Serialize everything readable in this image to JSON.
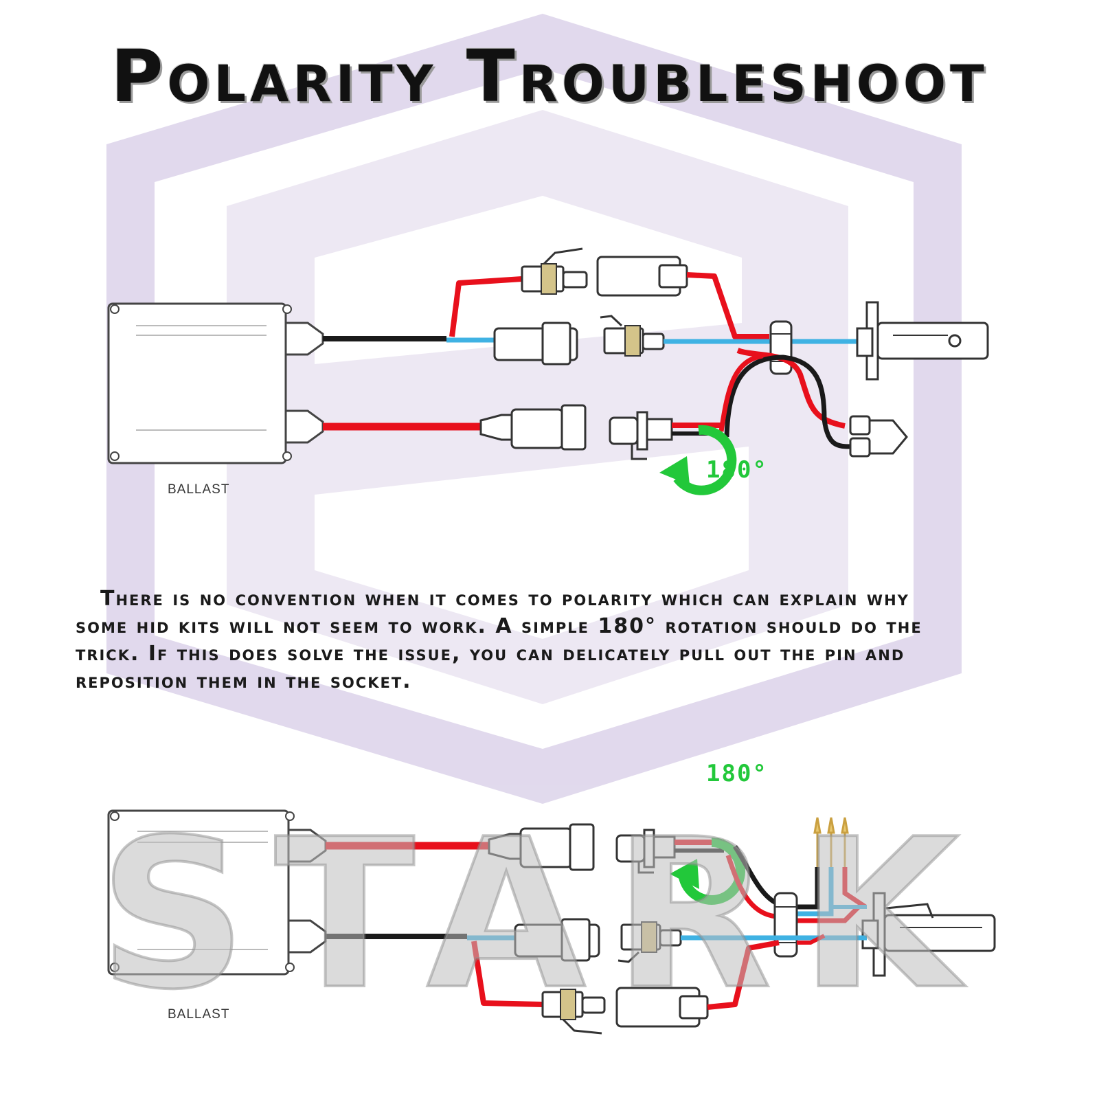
{
  "title": "Polarity Troubleshoot",
  "description": "There is no convention when it comes to polarity which can explain why some hid kits will not seem to work. A simple 180° rotation should do the trick. If this does solve the issue, you can delicately pull out the pin and reposition them in the socket.",
  "diagrams": [
    {
      "ballast_label": "BALLAST",
      "rotation_label": "180°"
    },
    {
      "ballast_label": "BALLAST",
      "rotation_label": "180°"
    }
  ],
  "watermark": {
    "brand": "STARK"
  },
  "colors": {
    "positive_wire": "#e8101c",
    "negative_wire": "#1a1a1a",
    "blue_wire": "#3fb2e3",
    "rotation_arrow": "#22c83a",
    "logo_tint": "#d8cfe6"
  }
}
